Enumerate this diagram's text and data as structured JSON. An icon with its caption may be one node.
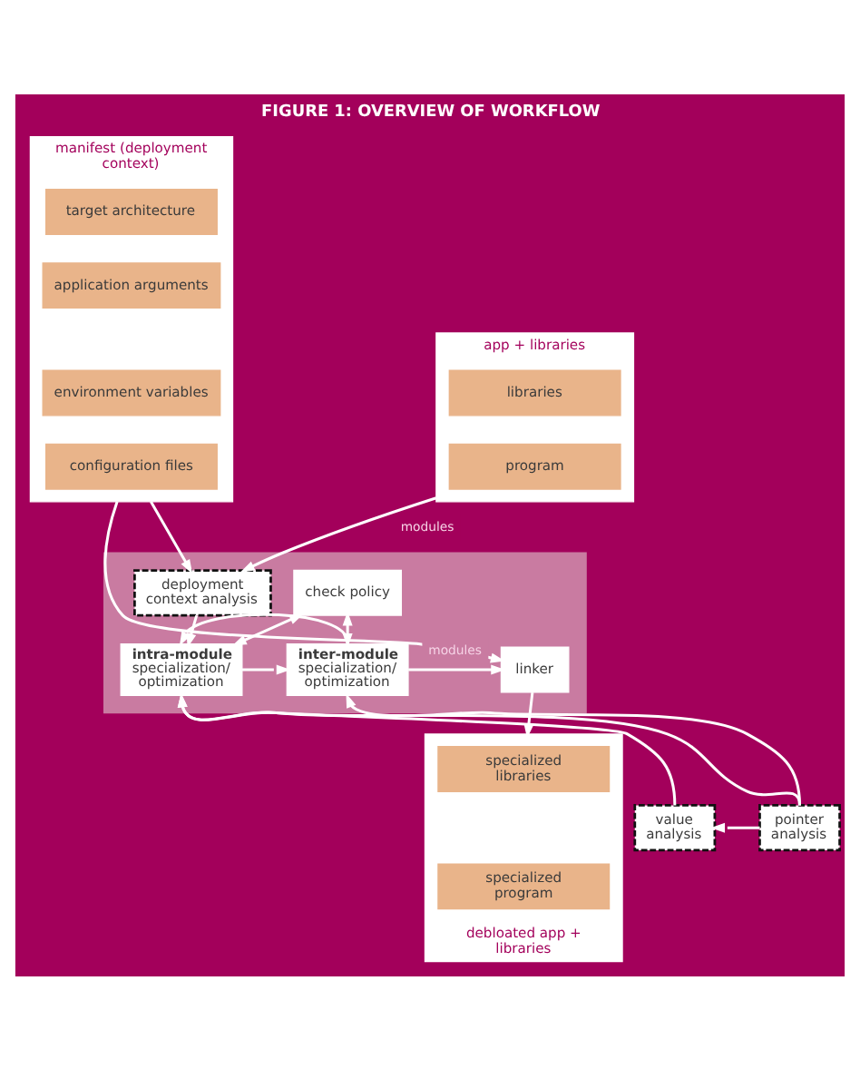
{
  "diagram": {
    "title": "FIGURE 1: OVERVIEW OF WORKFLOW",
    "nodes": [
      {
        "text": [
          "manifest (deployment context)"
        ]
      },
      {
        "text": [
          "target architecture"
        ],
        "in": 0
      },
      {
        "text": [
          "application arguments"
        ],
        "in": 0
      },
      {
        "text": [
          "environment variables"
        ],
        "in": 0
      },
      {
        "text": [
          "configuration files"
        ],
        "in": 0
      },
      {
        "text": [
          "app + libraries"
        ]
      },
      {
        "text": [
          "libraries"
        ],
        "in": 5
      },
      {
        "text": [
          "program"
        ],
        "in": 5
      },
      {
        "text": [],
        "shape": "box"
      },
      {
        "text": [
          "deployment context analysis"
        ],
        "in": 8
      },
      {
        "text": [
          "check policy"
        ],
        "in": 8
      },
      {
        "text": [
          "intra-module",
          "specialization/ optimization"
        ],
        "in": 8
      },
      {
        "text": [
          "inter-module",
          "specialization/ optimization"
        ],
        "in": 8
      },
      {
        "text": [
          "linker"
        ],
        "in": 8
      },
      {
        "text": [
          "value analysis"
        ]
      },
      {
        "text": [
          "pointer analysis"
        ]
      },
      {
        "text": [
          "debloated app + libraries"
        ]
      },
      {
        "text": [
          "specialized libraries"
        ],
        "in": 16
      },
      {
        "text": [
          "specialized program"
        ],
        "in": 16
      }
    ],
    "edges": [
      {
        "from": 0,
        "to": 9,
        "arrow": "to"
      },
      {
        "from": 0,
        "to": 13,
        "arrow": "to"
      },
      {
        "from": 5,
        "to": 9,
        "arrow": "to",
        "label": "modules"
      },
      {
        "from": 9,
        "to": 11,
        "arrow": "to"
      },
      {
        "from": 12,
        "to": 11,
        "arrow": "to"
      },
      {
        "from": 10,
        "to": 11,
        "arrow": "both"
      },
      {
        "from": 10,
        "to": 12,
        "arrow": "both"
      },
      {
        "from": 11,
        "to": 12,
        "arrow": "to"
      },
      {
        "from": 12,
        "to": 13,
        "arrow": "to",
        "label": "modules"
      },
      {
        "from": 13,
        "to": 16,
        "arrow": "to"
      },
      {
        "from": 14,
        "to": 11,
        "arrow": "to"
      },
      {
        "from": 15,
        "to": 11,
        "arrow": "to"
      },
      {
        "from": 15,
        "to": 12,
        "arrow": "to"
      },
      {
        "from": 15,
        "to": 14,
        "arrow": "to"
      }
    ]
  }
}
